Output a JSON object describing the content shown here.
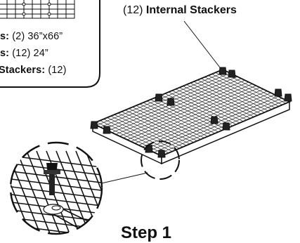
{
  "parts_box": {
    "lines": [
      {
        "label": "s:",
        "value": " (2) 36”x66”"
      },
      {
        "label": "s:",
        "value": " (12) 24”"
      },
      {
        "label": "Stackers:",
        "value": " (12)"
      }
    ]
  },
  "callout": {
    "count": "(12) ",
    "label": "Internal Stackers"
  },
  "step_title": "Step 1"
}
